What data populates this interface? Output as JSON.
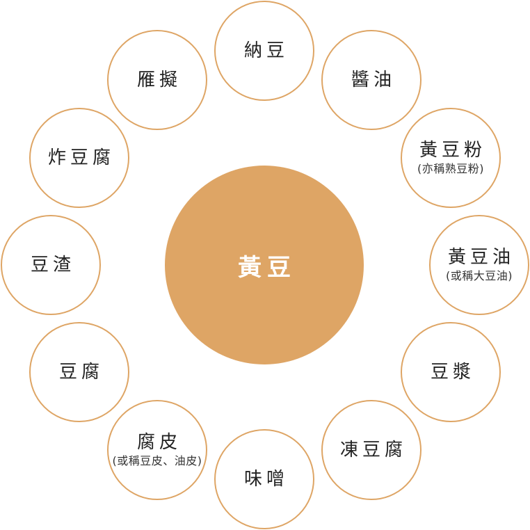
{
  "diagram": {
    "center": {
      "label": "黃豆",
      "color": "#dea565"
    },
    "ring_color": "#dea565",
    "nodes": [
      {
        "label": "納豆",
        "sub": ""
      },
      {
        "label": "醬油",
        "sub": ""
      },
      {
        "label": "黃豆粉",
        "sub": "(亦稱熟豆粉)"
      },
      {
        "label": "黃豆油",
        "sub": "(或稱大豆油)"
      },
      {
        "label": "豆漿",
        "sub": ""
      },
      {
        "label": "凍豆腐",
        "sub": ""
      },
      {
        "label": "味噌",
        "sub": ""
      },
      {
        "label": "腐皮",
        "sub": "(或稱豆皮、油皮)"
      },
      {
        "label": "豆腐",
        "sub": ""
      },
      {
        "label": "豆渣",
        "sub": ""
      },
      {
        "label": "炸豆腐",
        "sub": ""
      },
      {
        "label": "雁擬",
        "sub": ""
      }
    ]
  }
}
